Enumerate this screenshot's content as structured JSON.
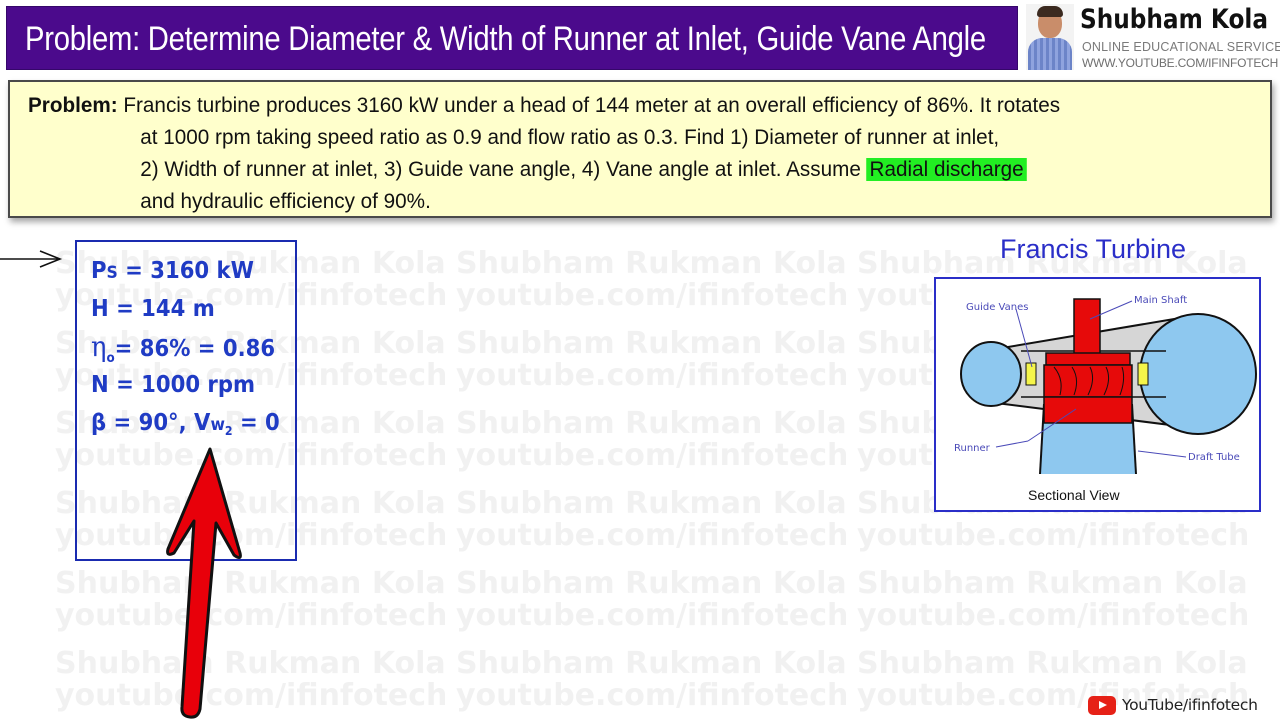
{
  "header": {
    "title": "Problem: Determine Diameter & Width of Runner at Inlet, Guide Vane Angle",
    "background_color": "#4b0a8c"
  },
  "brand": {
    "name": "Shubham Kola",
    "subtitle": "ONLINE EDUCATIONAL SERVICES",
    "website": "WWW.YOUTUBE.COM/IFINFOTECH"
  },
  "problem": {
    "label": "Problem:",
    "lines": [
      "Francis turbine produces 3160 kW under a head of 144 meter at an overall efficiency of 86%. It rotates",
      "at 1000 rpm taking speed ratio as 0.9 and flow ratio as 0.3. Find 1) Diameter of runner at inlet,",
      "2) Width of runner at inlet, 3) Guide vane angle, 4) Vane angle at inlet. Assume ",
      "and hydraulic efficiency of 90%."
    ],
    "highlight": "Radial discharge",
    "highlight_color": "#22ee22",
    "background_color": "#ffffcc"
  },
  "given": {
    "power": {
      "symbol": "P",
      "subscript": "S",
      "value": " = 3160 kW"
    },
    "head": {
      "text": "H = 144 m"
    },
    "efficiency": {
      "symbol": "η",
      "subscript": "o",
      "value": "= 86% = 0.86"
    },
    "speed": {
      "text": "N = 1000 rpm"
    },
    "discharge": {
      "beta": "β = 90°, ",
      "vw": "V",
      "vw_sub": "w",
      "vw_sub2": "2",
      "value": " = 0"
    }
  },
  "turbine": {
    "title": "Francis Turbine",
    "labels": {
      "guide_vanes": "Guide Vanes",
      "main_shaft": "Main Shaft",
      "runner": "Runner",
      "draft_tube": "Draft Tube",
      "caption": "Sectional View"
    }
  },
  "watermark": {
    "line1": "Shubham Rukman Kola",
    "line2": "youtube.com/ifinfotech"
  },
  "footer": {
    "youtube_label": "YouTube/ifinfotech"
  }
}
